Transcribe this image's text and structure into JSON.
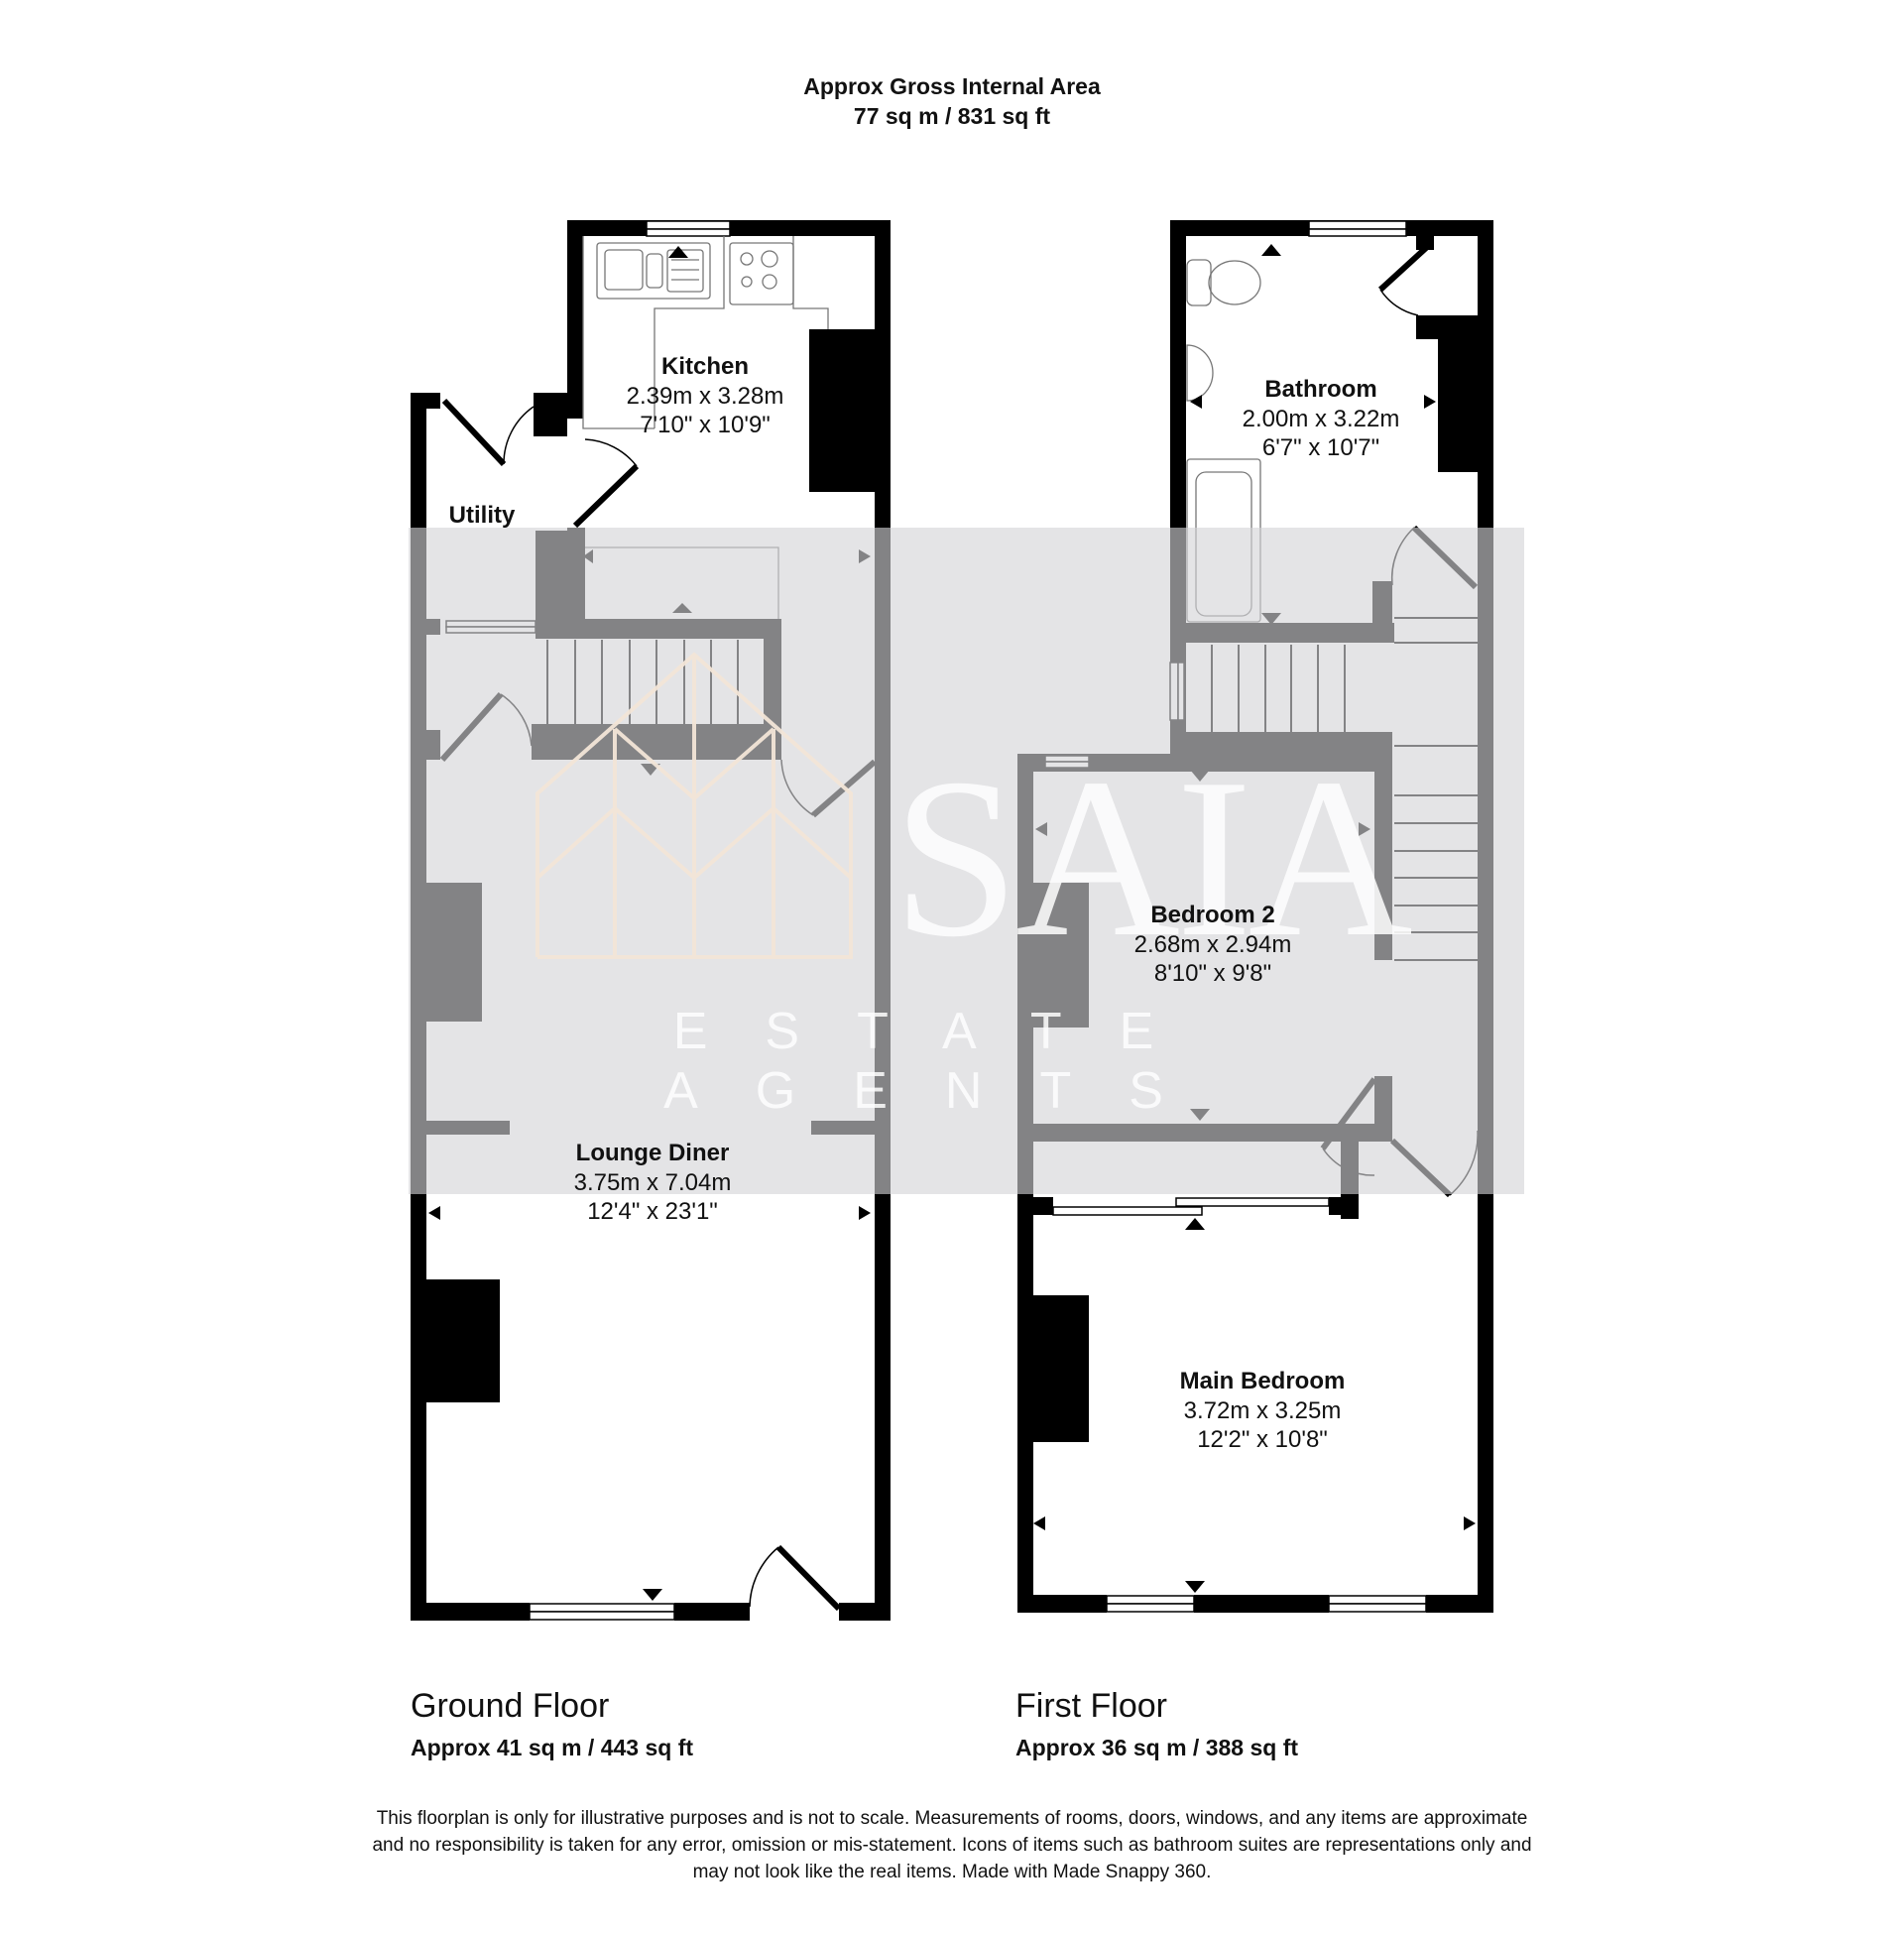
{
  "header": {
    "title_line1": "Approx Gross Internal Area",
    "title_line2": "77 sq m / 831 sq ft"
  },
  "watermark": {
    "brand": "SAIA",
    "tagline": "ESTATE AGENTS",
    "band_color": "#d3d3d6",
    "logo_color": "#f3e6d8"
  },
  "ground_floor": {
    "name": "Ground Floor",
    "area": "Approx 41 sq m / 443 sq ft",
    "rooms": [
      {
        "name": "Kitchen",
        "metric": "2.39m x 3.28m",
        "imperial": "7'10\" x 10'9\""
      },
      {
        "name": "Utility",
        "metric": "",
        "imperial": ""
      },
      {
        "name": "Lounge Diner",
        "metric": "3.75m x 7.04m",
        "imperial": "12'4\" x 23'1\""
      }
    ]
  },
  "first_floor": {
    "name": "First Floor",
    "area": "Approx 36 sq m / 388 sq ft",
    "rooms": [
      {
        "name": "Bathroom",
        "metric": "2.00m x 3.22m",
        "imperial": "6'7\" x 10'7\""
      },
      {
        "name": "Bedroom 2",
        "metric": "2.68m x 2.94m",
        "imperial": "8'10\" x 9'8\""
      },
      {
        "name": "Main Bedroom",
        "metric": "3.72m x 3.25m",
        "imperial": "12'2\" x 10'8\""
      }
    ]
  },
  "footer": {
    "disclaimer_line1": "This floorplan is only for illustrative purposes and is not to scale. Measurements of rooms, doors, windows, and any items are approximate",
    "disclaimer_line2": "and no responsibility is taken for any error, omission or mis-statement. Icons of items such as bathroom suites are representations only and",
    "disclaimer_line3": "may not look like the real items. Made with Made Snappy 360."
  }
}
